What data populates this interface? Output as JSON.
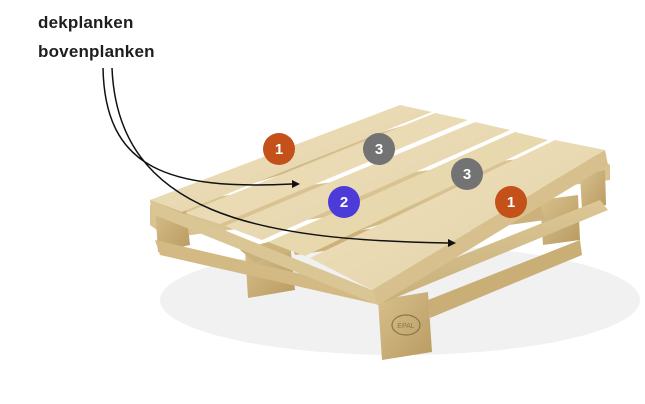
{
  "labels": {
    "line1": "dekplanken",
    "line2": "bovenplanken"
  },
  "badges": [
    {
      "number": "1",
      "color": "#c4501a"
    },
    {
      "number": "3",
      "color": "#737373"
    },
    {
      "number": "2",
      "color": "#4d3bd9"
    },
    {
      "number": "3",
      "color": "#737373"
    },
    {
      "number": "1",
      "color": "#c4501a"
    }
  ],
  "stamp": "EPAL"
}
